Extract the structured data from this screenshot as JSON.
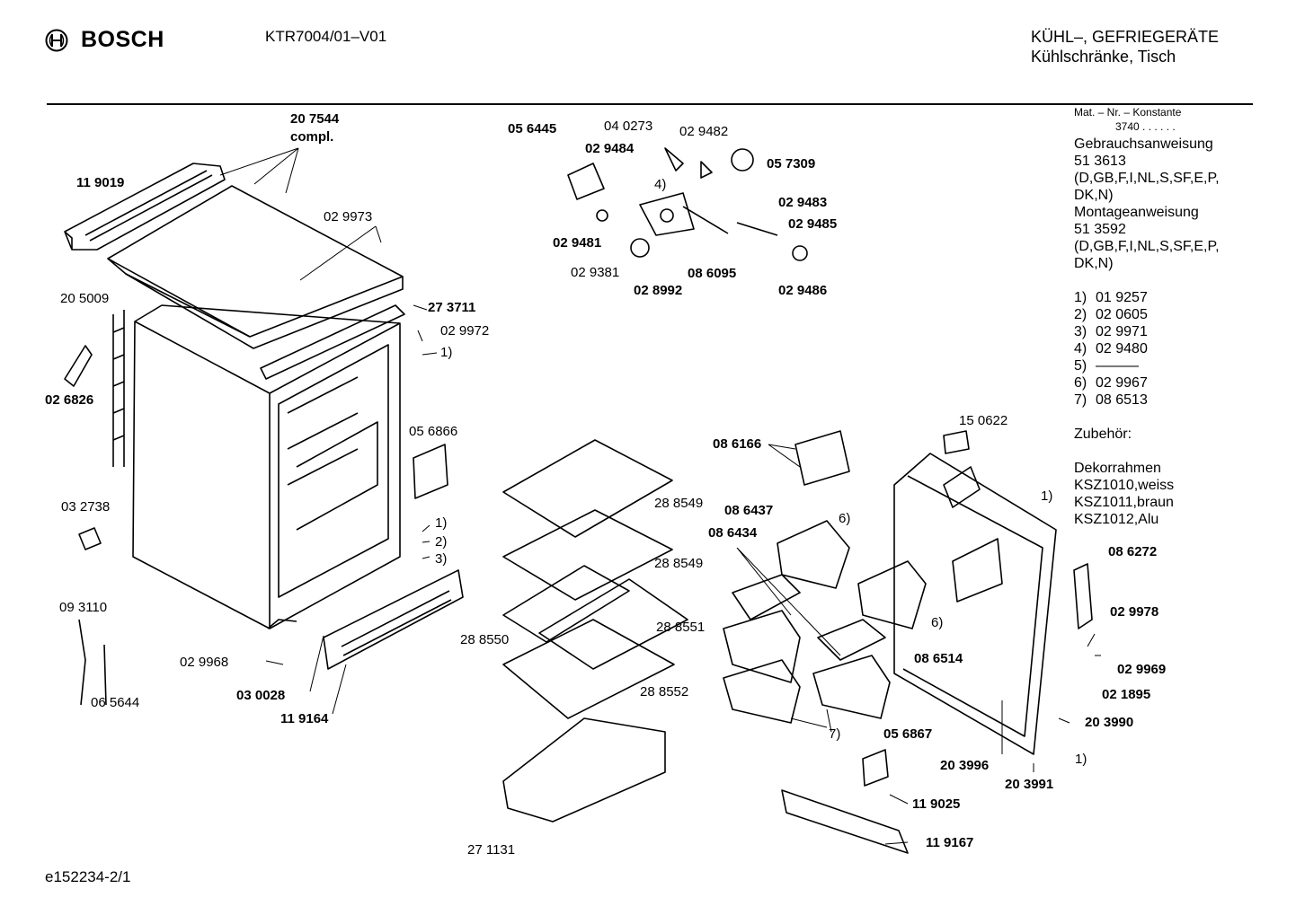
{
  "header": {
    "brand": "BOSCH",
    "model": "KTR7004/01–V01",
    "category_line1": "KÜHL–, GEFRIEGERÄTE",
    "category_line2": "Kühlschränke, Tisch"
  },
  "footer": {
    "code": "e152234-2/1"
  },
  "sidebar": {
    "matnr_label": "Mat. – Nr. – Konstante",
    "matnr_const": "3740 . . . . . .",
    "manual_title": "Gebrauchsanweisung",
    "manual_no": "51 3613",
    "manual_langs_1": "(D,GB,F,I,NL,S,SF,E,P,",
    "manual_langs_2": "DK,N)",
    "assembly_title": "Montageanweisung",
    "assembly_no": "51 3592",
    "assembly_langs_1": "(D,GB,F,I,NL,S,SF,E,P,",
    "assembly_langs_2": "DK,N)",
    "footnotes": [
      {
        "n": "1)",
        "v": "01 9257"
      },
      {
        "n": "2)",
        "v": "02 0605"
      },
      {
        "n": "3)",
        "v": "02 9971"
      },
      {
        "n": "4)",
        "v": "02 9480"
      },
      {
        "n": "5)",
        "v": "———"
      },
      {
        "n": "6)",
        "v": "02 9967"
      },
      {
        "n": "7)",
        "v": "08 6513"
      }
    ],
    "accessories_title": "Zubehör:",
    "decor_title": "Dekorrahmen",
    "decor_items": [
      "KSZ1010,weiss",
      "KSZ1011,braun",
      "KSZ1012,Alu"
    ]
  },
  "parts": {
    "p207544": "20 7544",
    "compl": "compl.",
    "p119019": "11 9019",
    "p029973": "02 9973",
    "p205009": "20 5009",
    "p273711": "27 3711",
    "p029972": "02 9972",
    "p026826": "02 6826",
    "p056866": "05 6866",
    "p032738": "03 2738",
    "p093110": "09 3110",
    "p065644": "06 5644",
    "p029968": "02 9968",
    "p030028": "03 0028",
    "p119164": "11 9164",
    "p056445": "05 6445",
    "p040273": "04 0273",
    "p029482": "02 9482",
    "p029484": "02 9484",
    "p057309": "05 7309",
    "p029483": "02 9483",
    "p029485": "02 9485",
    "p029481": "02 9481",
    "p029381": "02 9381",
    "p028992": "02 8992",
    "p086095": "08 6095",
    "p029486": "02 9486",
    "p288549a": "28 8549",
    "p288549b": "28 8549",
    "p288551": "28 8551",
    "p288550": "28 8550",
    "p288552": "28 8552",
    "p271131": "27 1131",
    "p086166": "08 6166",
    "p150622": "15 0622",
    "p086437": "08 6437",
    "p086434": "08 6434",
    "p086514": "08 6514",
    "p086272": "08 6272",
    "p029978": "02 9978",
    "p029969": "02 9969",
    "p021895": "02 1895",
    "p203990": "20 3990",
    "p056867": "05 6867",
    "p203996": "20 3996",
    "p203991": "20 3991",
    "p119025": "11 9025",
    "p119167": "11 9167",
    "fn1a": "1)",
    "fn1b": "1)",
    "fn1c": "1)",
    "fn1d": "1)",
    "fn2": "2)",
    "fn3": "3)",
    "fn4": "4)",
    "fn6a": "6)",
    "fn6b": "6)",
    "fn7": "7)"
  }
}
